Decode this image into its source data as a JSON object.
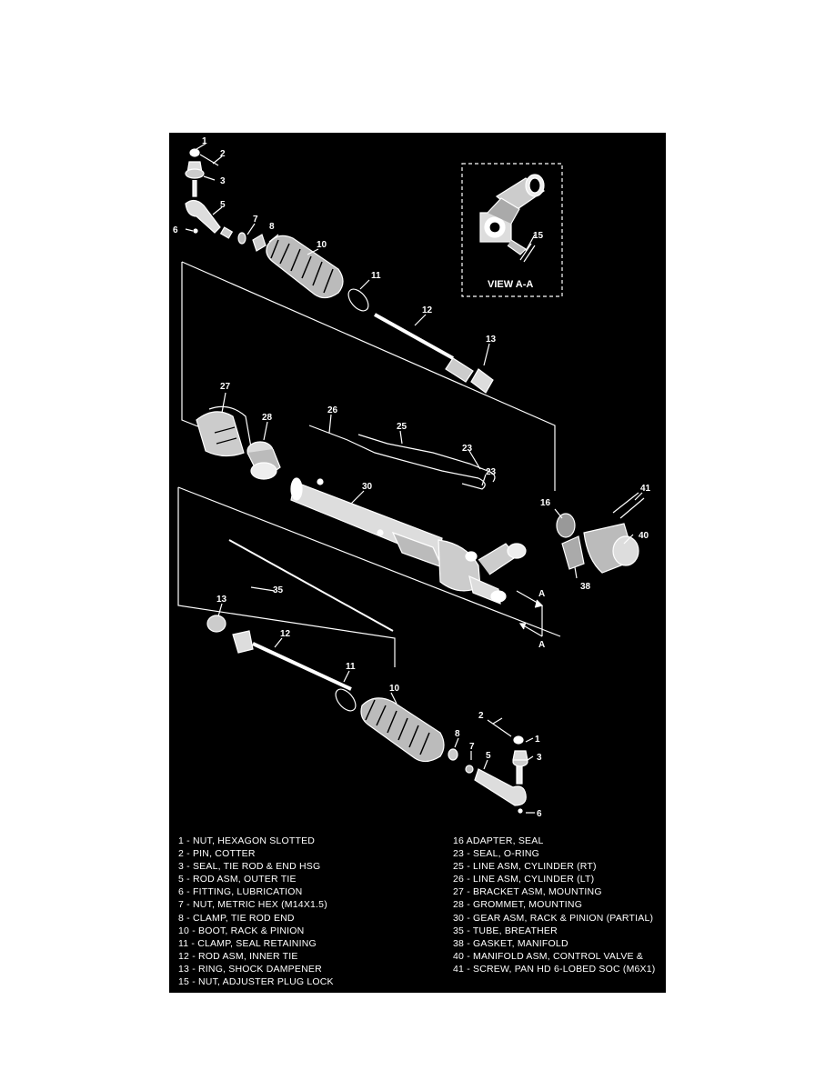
{
  "view_label": "VIEW A-A",
  "section_letters": [
    "A",
    "A"
  ],
  "callouts": {
    "c1a": "1",
    "c2a": "2",
    "c3a": "3",
    "c5a": "5",
    "c6a": "6",
    "c7a": "7",
    "c8a": "8",
    "c10a": "10",
    "c11a": "11",
    "c12a": "12",
    "c13a": "13",
    "c15": "15",
    "c27": "27",
    "c28": "28",
    "c26": "26",
    "c25": "25",
    "c23a": "23",
    "c23b": "23",
    "c30": "30",
    "c16": "16",
    "c41": "41",
    "c40": "40",
    "c38": "38",
    "c35": "35",
    "c13b": "13",
    "c12b": "12",
    "c11b": "11",
    "c10b": "10",
    "c2b": "2",
    "c1b": "1",
    "c8b": "8",
    "c7b": "7",
    "c5b": "5",
    "c3b": "3",
    "c6b": "6"
  },
  "legend_left": [
    "1 - NUT, HEXAGON SLOTTED",
    "2 - PIN, COTTER",
    "3 - SEAL, TIE ROD & END HSG",
    "5 - ROD ASM, OUTER TIE",
    "6 - FITTING, LUBRICATION",
    "7 - NUT, METRIC HEX (M14X1.5)",
    "8 - CLAMP, TIE ROD END",
    "10 - BOOT, RACK & PINION",
    "11 - CLAMP, SEAL RETAINING",
    "12 - ROD ASM, INNER TIE",
    "13 - RING, SHOCK DAMPENER",
    "15 - NUT, ADJUSTER PLUG LOCK"
  ],
  "legend_right": [
    "16  ADAPTER, SEAL",
    "23 - SEAL, O-RING",
    "25 - LINE ASM, CYLINDER (RT)",
    "26 - LINE ASM, CYLINDER (LT)",
    "27 - BRACKET ASM, MOUNTING",
    "28 - GROMMET, MOUNTING",
    "30 - GEAR ASM, RACK & PINION (PARTIAL)",
    "35 - TUBE, BREATHER",
    "38 - GASKET, MANIFOLD",
    "40 - MANIFOLD ASM, CONTROL VALVE &",
    "41 - SCREW, PAN HD 6-LOBED SOC (M6X1)"
  ]
}
